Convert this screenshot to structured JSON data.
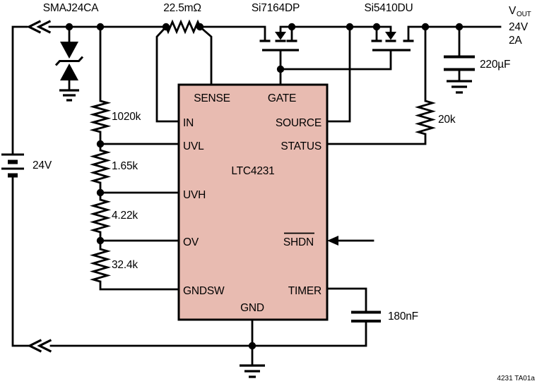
{
  "schematic": {
    "ic": {
      "part_number": "LTC4231",
      "fill_color": "#e8bbb1",
      "pins": {
        "sense": "SENSE",
        "gate": "GATE",
        "in": "IN",
        "source": "SOURCE",
        "uvl": "UVL",
        "status": "STATUS",
        "uvh": "UVH",
        "ov": "OV",
        "shdn": "SHDN",
        "gndsw": "GNDSW",
        "timer": "TIMER",
        "gnd": "GND"
      }
    },
    "components": {
      "tvs_diode": "SMAJ24CA",
      "sense_resistor": "22.5mΩ",
      "mosfet_1": "Si7164DP",
      "mosfet_2": "Si5410DU",
      "output_capacitor": "220µF",
      "status_pullup_resistor": "20k",
      "divider_r1": "1020k",
      "divider_r2": "1.65k",
      "divider_r3": "4.22k",
      "divider_r4": "32.4k",
      "supply_battery": "24V",
      "timer_capacitor": "180nF"
    },
    "output": {
      "rail": "V",
      "rail_sub": "OUT",
      "voltage": "24V",
      "current": "2A"
    },
    "figure_note": "4231 TA01a",
    "wire_color": "#000000"
  }
}
